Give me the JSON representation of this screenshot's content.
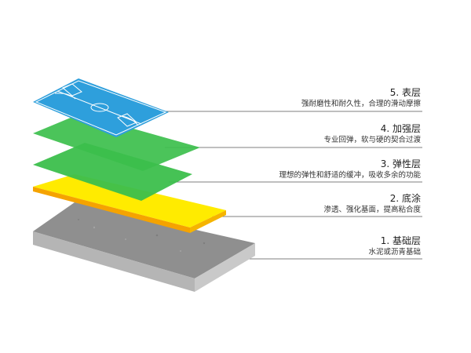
{
  "layers": [
    {
      "title": "5. 表层",
      "desc": "强耐磨性和耐久性，合理的滑动摩擦",
      "color": "#2e9fdc"
    },
    {
      "title": "4. 加强层",
      "desc": "专业回弹，软与硬的契合过渡",
      "color": "#3cbf4c"
    },
    {
      "title": "3. 弹性层",
      "desc": "理想的弹性和舒适的缓冲，吸收多余的功能",
      "color": "#3cbf4c"
    },
    {
      "title": "2. 底涂",
      "desc": "渗透、强化基面，提高粘合度",
      "color": "#ffeb00"
    },
    {
      "title": "1. 基础层",
      "desc": "水泥或沥青基础",
      "color": "#9a9a9a"
    }
  ],
  "colors": {
    "court_lines": "#ffffff",
    "leader_line": "#555555",
    "primer_edge": "#f5a300",
    "concrete_top": "#8f8f8f",
    "concrete_front": "#b8b8b8",
    "concrete_side": "#c9c9c9"
  }
}
